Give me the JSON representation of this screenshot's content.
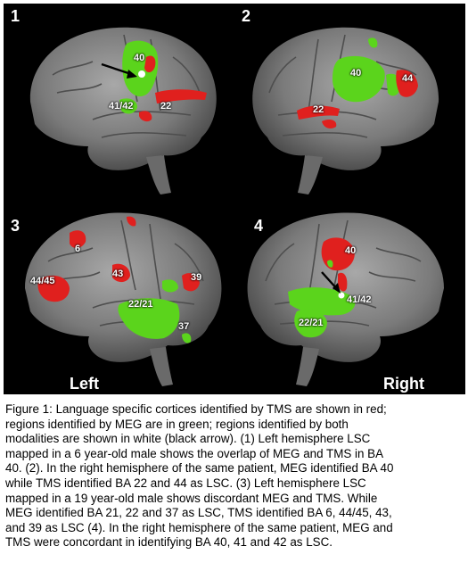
{
  "panels": [
    {
      "number": "1",
      "labels": {
        "ba40": "40",
        "ba4142": "41/42",
        "ba22": "22"
      }
    },
    {
      "number": "2",
      "labels": {
        "ba40": "40",
        "ba44": "44",
        "ba22": "22"
      }
    },
    {
      "number": "3",
      "labels": {
        "ba6": "6",
        "ba4445": "44/45",
        "ba43": "43",
        "ba39": "39",
        "ba2221": "22/21",
        "ba37": "37"
      }
    },
    {
      "number": "4",
      "labels": {
        "ba40": "40",
        "ba4142": "41/42",
        "ba2221": "22/21"
      }
    }
  ],
  "hemispheres": {
    "left": "Left",
    "right": "Right"
  },
  "caption": {
    "lines": [
      "Figure 1: Language specific cortices identified by TMS are shown in red;",
      "regions  identified  by  MEG  are  in  green;  regions  identified  by  both",
      "modalities are shown in white (black arrow). (1) Left hemisphere LSC",
      "mapped in a 6 year-old male shows the overlap of MEG and TMS in BA",
      "40. (2). In the right hemisphere of the same patient, MEG identified BA 40",
      "while TMS identified BA 22 and 44 as LSC. (3) Left hemisphere LSC",
      "mapped in a 19 year-old male shows discordant MEG and TMS. While",
      "MEG identified BA 21, 22 and 37 as LSC, TMS identified BA 6, 44/45, 43,",
      "and 39 as LSC (4). In the right hemisphere of the same patient, MEG and",
      "TMS were concordant in identifying BA 40, 41 and 42 as LSC."
    ]
  },
  "colors": {
    "background": "#000000",
    "brain": "#7a7a7a",
    "tms": "#e0201e",
    "meg": "#5bd41c",
    "overlap": "#ffffff"
  }
}
